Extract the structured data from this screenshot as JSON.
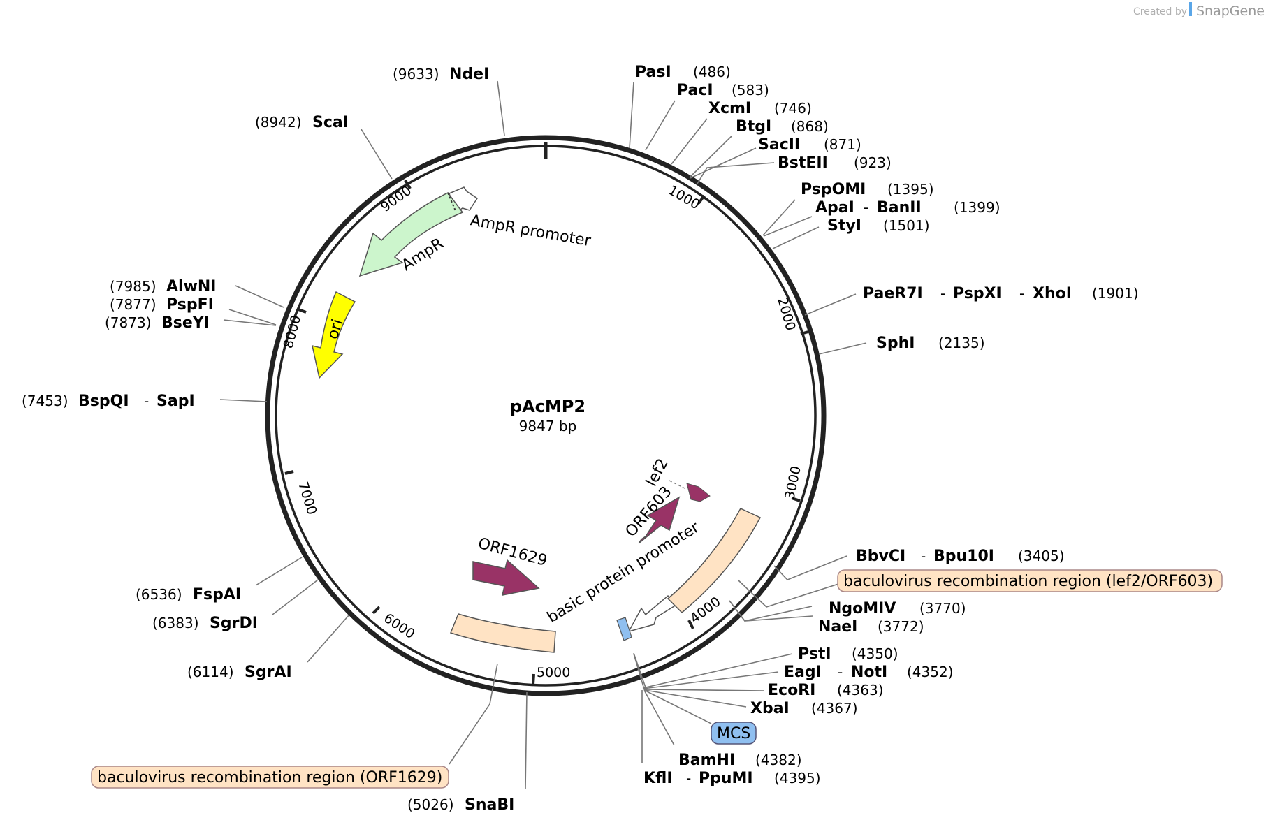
{
  "credit": {
    "prefix": "Created by",
    "brand": "SnapGene"
  },
  "plasmid": {
    "name": "pAcMP2",
    "length_label": "9847 bp",
    "length": 9847
  },
  "colors": {
    "backbone": "#222222",
    "ampr": "#ccf5cc",
    "ori": "#ffff00",
    "orf": "#993366",
    "recombination": "#ffe3c4",
    "mcs": "#8fbff0",
    "promoter": "#ffffff",
    "leader_line": "#777777"
  },
  "ticks": [
    "1000",
    "2000",
    "3000",
    "4000",
    "5000",
    "6000",
    "7000",
    "8000",
    "9000"
  ],
  "features": {
    "ampr_promoter": "AmpR promoter",
    "ampr": "AmpR",
    "ori": "ori",
    "lef2": "lef2",
    "orf603": "ORF603",
    "orf1629": "ORF1629",
    "basic_protein_promoter": "basic protein promoter",
    "recomb_lef2": "baculovirus recombination region (lef2/ORF603)",
    "recomb_orf1629": "baculovirus recombination region (ORF1629)",
    "mcs": "MCS"
  },
  "sites": {
    "ndei": {
      "pos": "(9633)",
      "name": "NdeI"
    },
    "scai": {
      "pos": "(8942)",
      "name": "ScaI"
    },
    "pasi": {
      "name": "PasI",
      "pos": "(486)"
    },
    "paci": {
      "name": "PacI",
      "pos": "(583)"
    },
    "xcmi": {
      "name": "XcmI",
      "pos": "(746)"
    },
    "btgi": {
      "name": "BtgI",
      "pos": "(868)"
    },
    "sacii": {
      "name": "SacII",
      "pos": "(871)"
    },
    "bsteii": {
      "name": "BstEII",
      "pos": "(923)"
    },
    "pspomi": {
      "name": "PspOMI",
      "pos": "(1395)"
    },
    "apai": {
      "name": "ApaI",
      "sep": "-",
      "name2": "BanII",
      "pos": "(1399)"
    },
    "styi": {
      "name": "StyI",
      "pos": "(1501)"
    },
    "paer7i": {
      "name": "PaeR7I",
      "sep": "-",
      "name2": "PspXI",
      "sep2": "-",
      "name3": "XhoI",
      "pos": "(1901)"
    },
    "sphi": {
      "name": "SphI",
      "pos": "(2135)"
    },
    "bbvci": {
      "name": "BbvCI",
      "sep": "-",
      "name2": "Bpu10I",
      "pos": "(3405)"
    },
    "ngomiv": {
      "name": "NgoMIV",
      "pos": "(3770)"
    },
    "naei": {
      "name": "NaeI",
      "pos": "(3772)"
    },
    "psti": {
      "name": "PstI",
      "pos": "(4350)"
    },
    "eagi": {
      "name": "EagI",
      "sep": "-",
      "name2": "NotI",
      "pos": "(4352)"
    },
    "ecori": {
      "name": "EcoRI",
      "pos": "(4363)"
    },
    "xbai": {
      "name": "XbaI",
      "pos": "(4367)"
    },
    "bamhi": {
      "name": "BamHI",
      "pos": "(4382)"
    },
    "kfli": {
      "name": "KflI",
      "sep": "-",
      "name2": "PpuMI",
      "pos": "(4395)"
    },
    "snabi": {
      "pos": "(5026)",
      "name": "SnaBI"
    },
    "sgrai": {
      "pos": "(6114)",
      "name": "SgrAI"
    },
    "sgrdi": {
      "pos": "(6383)",
      "name": "SgrDI"
    },
    "fspai": {
      "pos": "(6536)",
      "name": "FspAI"
    },
    "bspqi": {
      "pos": "(7453)",
      "name": "BspQI",
      "sep": "-",
      "name2": "SapI"
    },
    "bseyi": {
      "pos": "(7873)",
      "name": "BseYI"
    },
    "pspfi": {
      "pos": "(7877)",
      "name": "PspFI"
    },
    "alwni": {
      "pos": "(7985)",
      "name": "AlwNI"
    }
  }
}
